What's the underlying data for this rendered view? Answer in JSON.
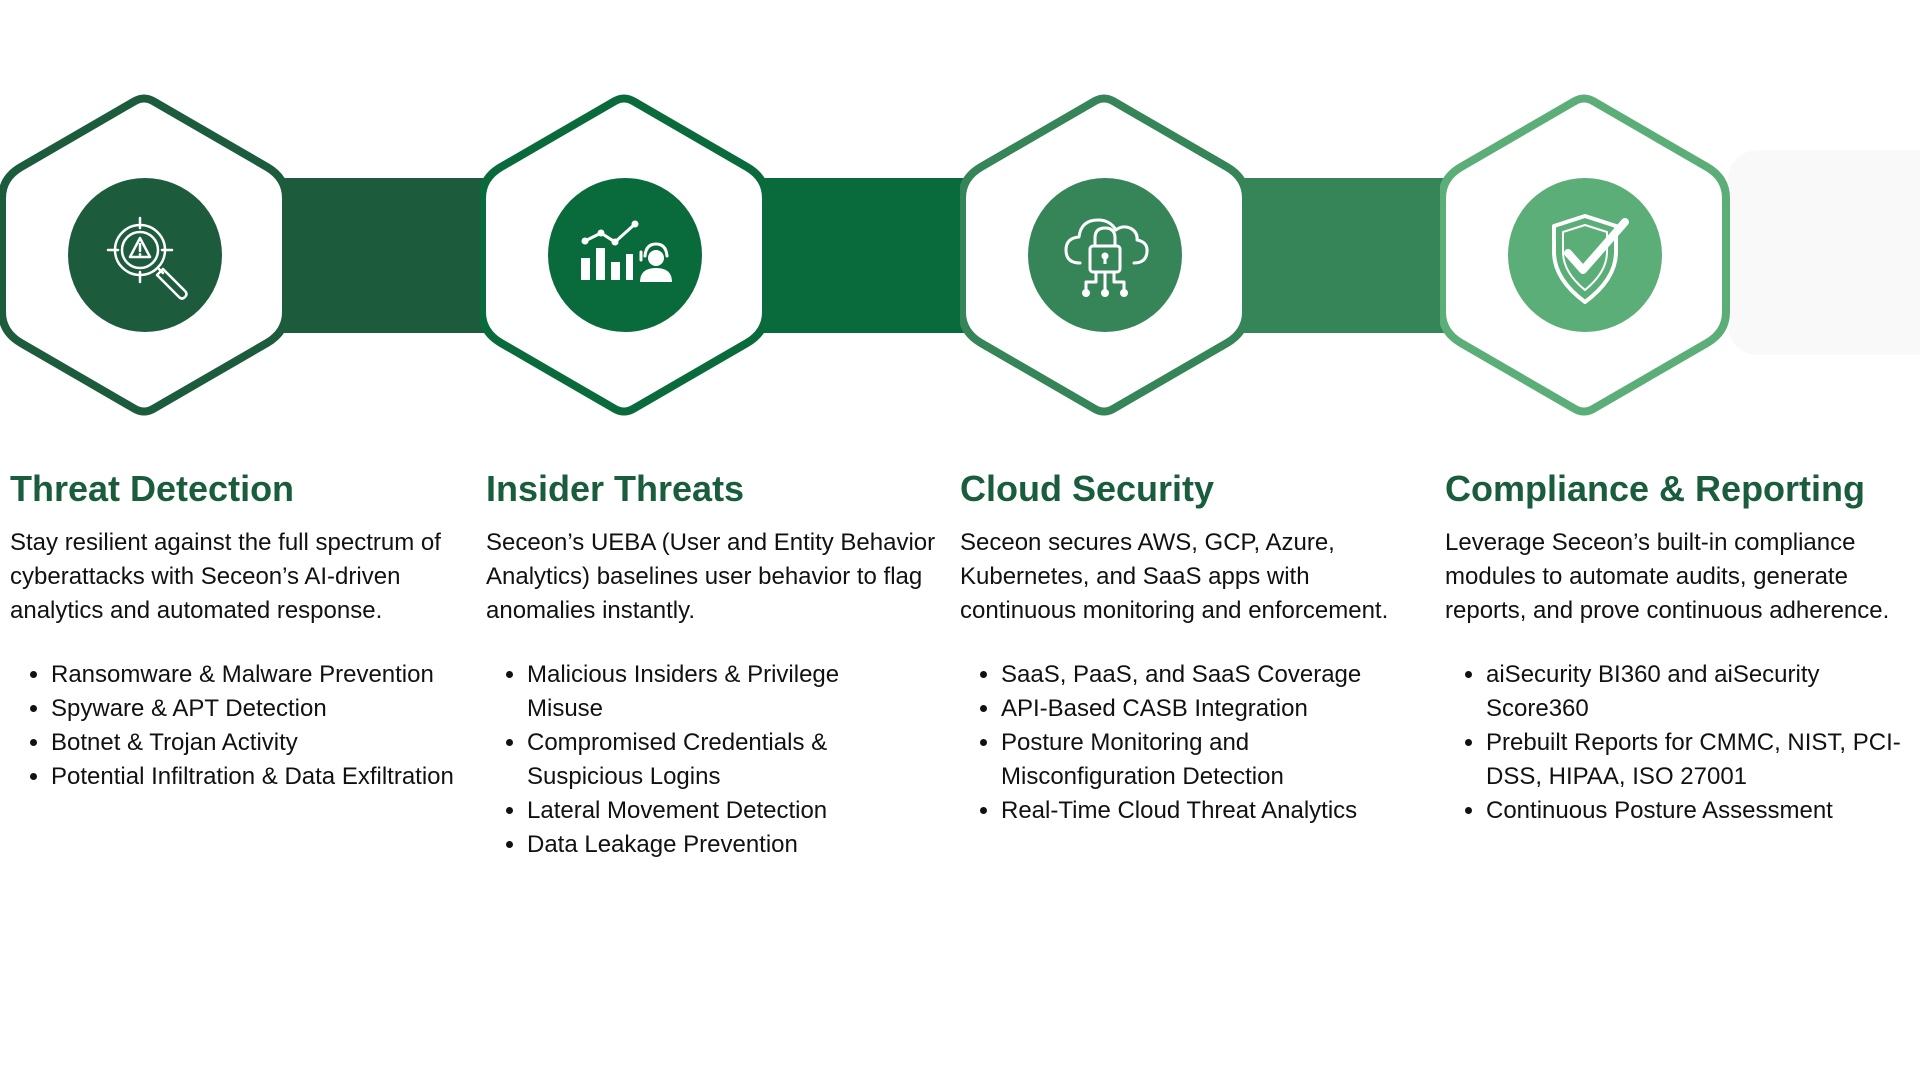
{
  "colors": {
    "step1": "#1c5c3d",
    "step2": "#096b3b",
    "step3": "#368559",
    "step4": "#5bae77",
    "title_text": "#1a5d3d",
    "body_text": "#111111"
  },
  "steps": [
    {
      "icon": "threat-target-magnifier-icon",
      "title": "Threat Detection",
      "description": "Stay resilient against the full spectrum of cyberattacks with Seceon’s AI-driven analytics and automated response.",
      "bullets": [
        "Ransomware & Malware Prevention",
        "Spyware & APT Detection",
        "Botnet & Trojan Activity",
        "Potential Infiltration & Data Exfiltration"
      ]
    },
    {
      "icon": "analytics-user-chart-icon",
      "title": "Insider Threats",
      "description": "Seceon’s UEBA (User and Entity Behavior Analytics) baselines user behavior to flag anomalies instantly.",
      "bullets": [
        "Malicious Insiders & Privilege Misuse",
        "Compromised Credentials & Suspicious Logins",
        "Lateral Movement Detection",
        "Data Leakage Prevention"
      ]
    },
    {
      "icon": "cloud-lock-icon",
      "title": "Cloud Security",
      "description": "Seceon secures AWS, GCP, Azure, Kubernetes, and SaaS apps with continuous monitoring and enforcement.",
      "bullets": [
        "SaaS, PaaS, and SaaS Coverage",
        "API-Based CASB Integration",
        "Posture Monitoring and Misconfiguration Detection",
        "Real-Time Cloud Threat Analytics"
      ]
    },
    {
      "icon": "shield-check-icon",
      "title": "Compliance & Reporting",
      "description": "Leverage Seceon’s built-in compliance modules to automate audits, generate reports, and prove continuous adherence.",
      "bullets": [
        "aiSecurity BI360 and aiSecurity Score360",
        "Prebuilt Reports for CMMC, NIST, PCI-DSS, HIPAA, ISO 27001",
        "Continuous Posture Assessment"
      ]
    }
  ]
}
